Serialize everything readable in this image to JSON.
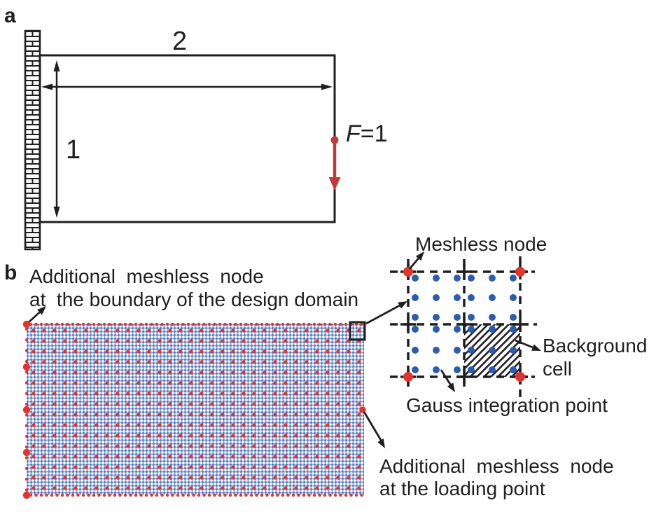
{
  "figure": {
    "panel_a": {
      "label": "a",
      "width_dim": "2",
      "height_dim": "1",
      "force": {
        "symbol": "F",
        "value": "=1"
      }
    },
    "panel_b": {
      "label": "b",
      "boundary_note_line1": "Additional  meshless  node",
      "boundary_note_line2": "at  the boundary of the design domain",
      "loading_note_line1": "Additional  meshless  node",
      "loading_note_line2": "at the loading point",
      "inset": {
        "meshless_node_label": "Meshless node",
        "background_cell_line1": "Background",
        "background_cell_line2": "cell",
        "gauss_label": "Gauss integration point"
      }
    },
    "colors": {
      "node_red": "#e4322d",
      "force_red": "#c03a38",
      "gauss_blue": "#2b5cad",
      "ink": "#1f1f1f"
    }
  }
}
